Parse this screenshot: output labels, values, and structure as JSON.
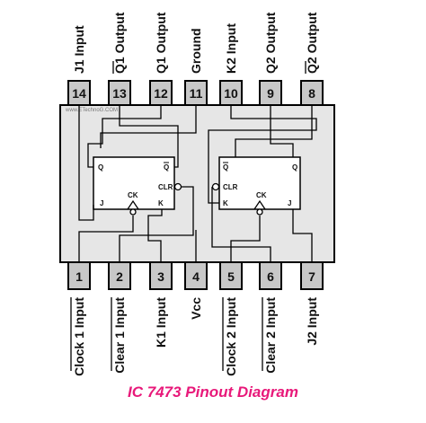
{
  "title": "IC 7473 Pinout Diagram",
  "watermark": "www.ETechnoG.COM",
  "colors": {
    "pin_fill": "#c8c8c8",
    "body_fill": "#e6e6e6",
    "caption": "#e8197a"
  },
  "top_pins": [
    {
      "number": "14",
      "label": "J1 Input",
      "overbar": false
    },
    {
      "number": "13",
      "label": "Q1 Output",
      "overbar": true
    },
    {
      "number": "12",
      "label": "Q1 Output",
      "overbar": false
    },
    {
      "number": "11",
      "label": "Ground",
      "overbar": false
    },
    {
      "number": "10",
      "label": "K2 Input",
      "overbar": false
    },
    {
      "number": "9",
      "label": "Q2 Output",
      "overbar": false
    },
    {
      "number": "8",
      "label": "Q2 Output",
      "overbar": true
    }
  ],
  "bottom_pins": [
    {
      "number": "1",
      "label": "Clock 1 Input",
      "overbar": true
    },
    {
      "number": "2",
      "label": "Clear 1 Input",
      "overbar": true
    },
    {
      "number": "3",
      "label": "K1 Input",
      "overbar": false
    },
    {
      "number": "4",
      "label": "Vcc",
      "overbar": false
    },
    {
      "number": "5",
      "label": "Clock 2 Input",
      "overbar": true
    },
    {
      "number": "6",
      "label": "Clear 2 Input",
      "overbar": true
    },
    {
      "number": "7",
      "label": "J2 Input",
      "overbar": false
    }
  ],
  "flipflop1": {
    "q": "Q",
    "qbar": "Q",
    "j": "J",
    "k": "K",
    "ck": "CK",
    "clr": "CLR"
  },
  "flipflop2": {
    "q": "Q",
    "qbar": "Q",
    "j": "J",
    "k": "K",
    "ck": "CK",
    "clr": "CLR"
  }
}
